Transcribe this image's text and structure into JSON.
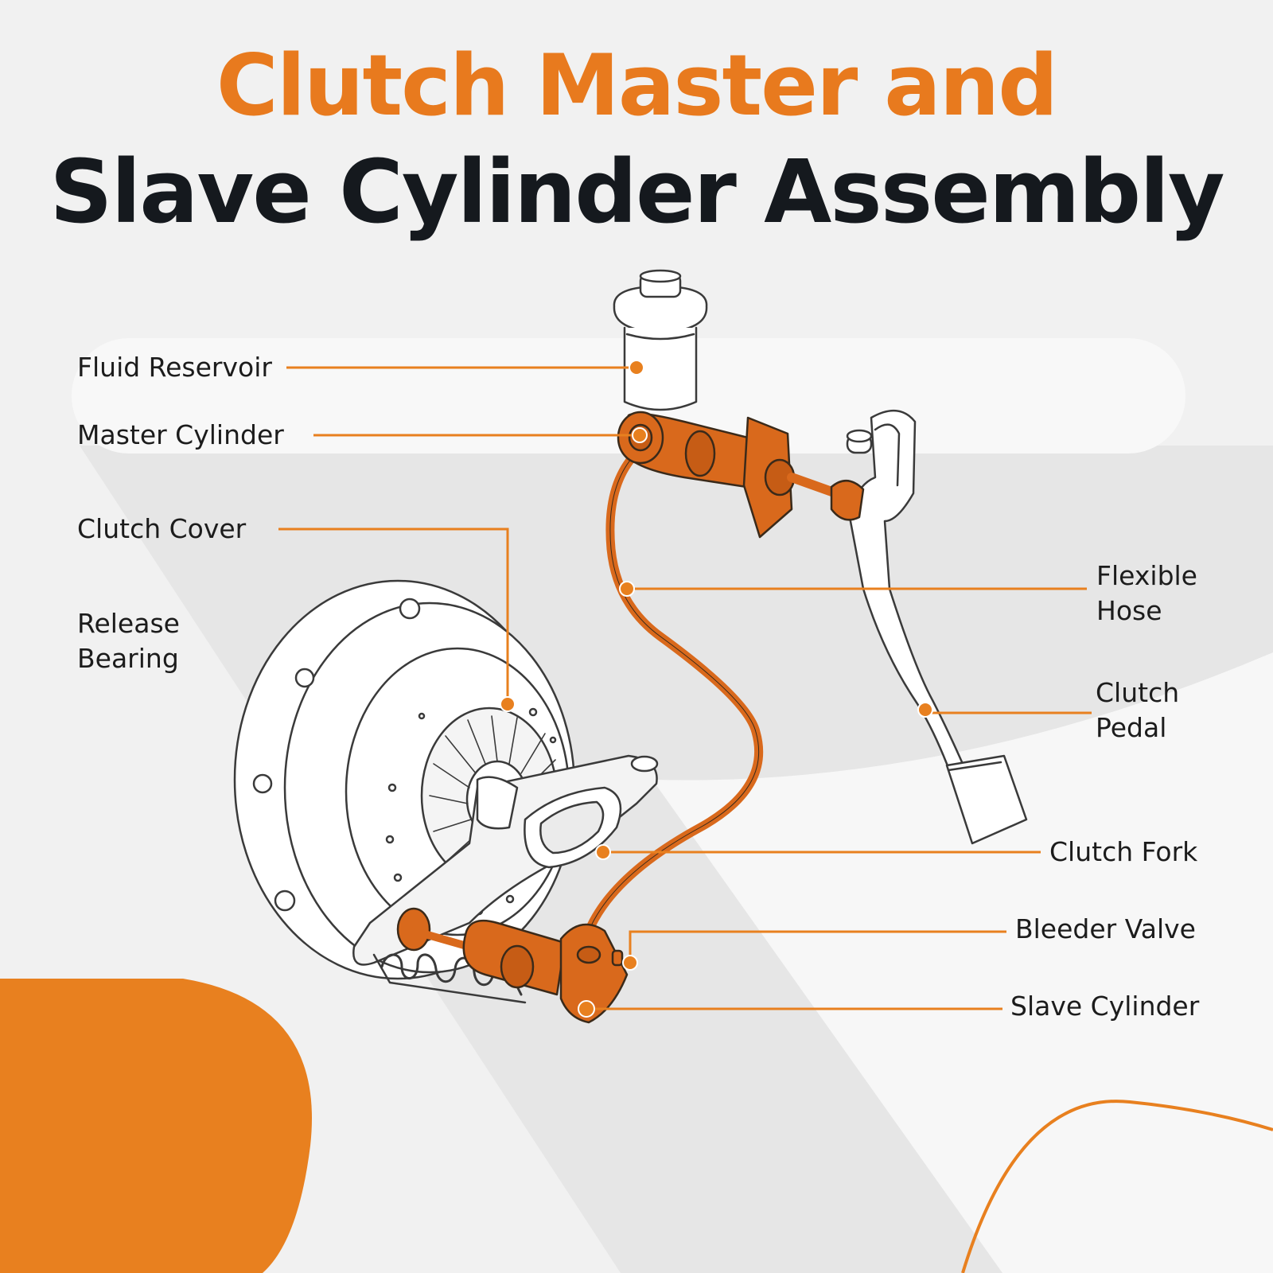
{
  "title": {
    "line1": "Clutch Master and",
    "line2": "Slave Cylinder Assembly"
  },
  "labels": {
    "fluid_reservoir": "Fluid Reservoir",
    "master_cylinder": "Master Cylinder",
    "clutch_cover": "Clutch Cover",
    "release_bearing_1": "Release",
    "release_bearing_2": "Bearing",
    "flexible_hose_1": "Flexible",
    "flexible_hose_2": "Hose",
    "clutch_pedal_1": "Clutch",
    "clutch_pedal_2": "Pedal",
    "clutch_fork": "Clutch Fork",
    "bleeder_valve": "Bleeder Valve",
    "slave_cylinder": "Slave Cylinder"
  },
  "colors": {
    "accent": "#e87a1e",
    "part_orange": "#d9691c",
    "title_dark": "#15191e",
    "outline": "#3a3a3a",
    "background": "#f2f2f2"
  }
}
